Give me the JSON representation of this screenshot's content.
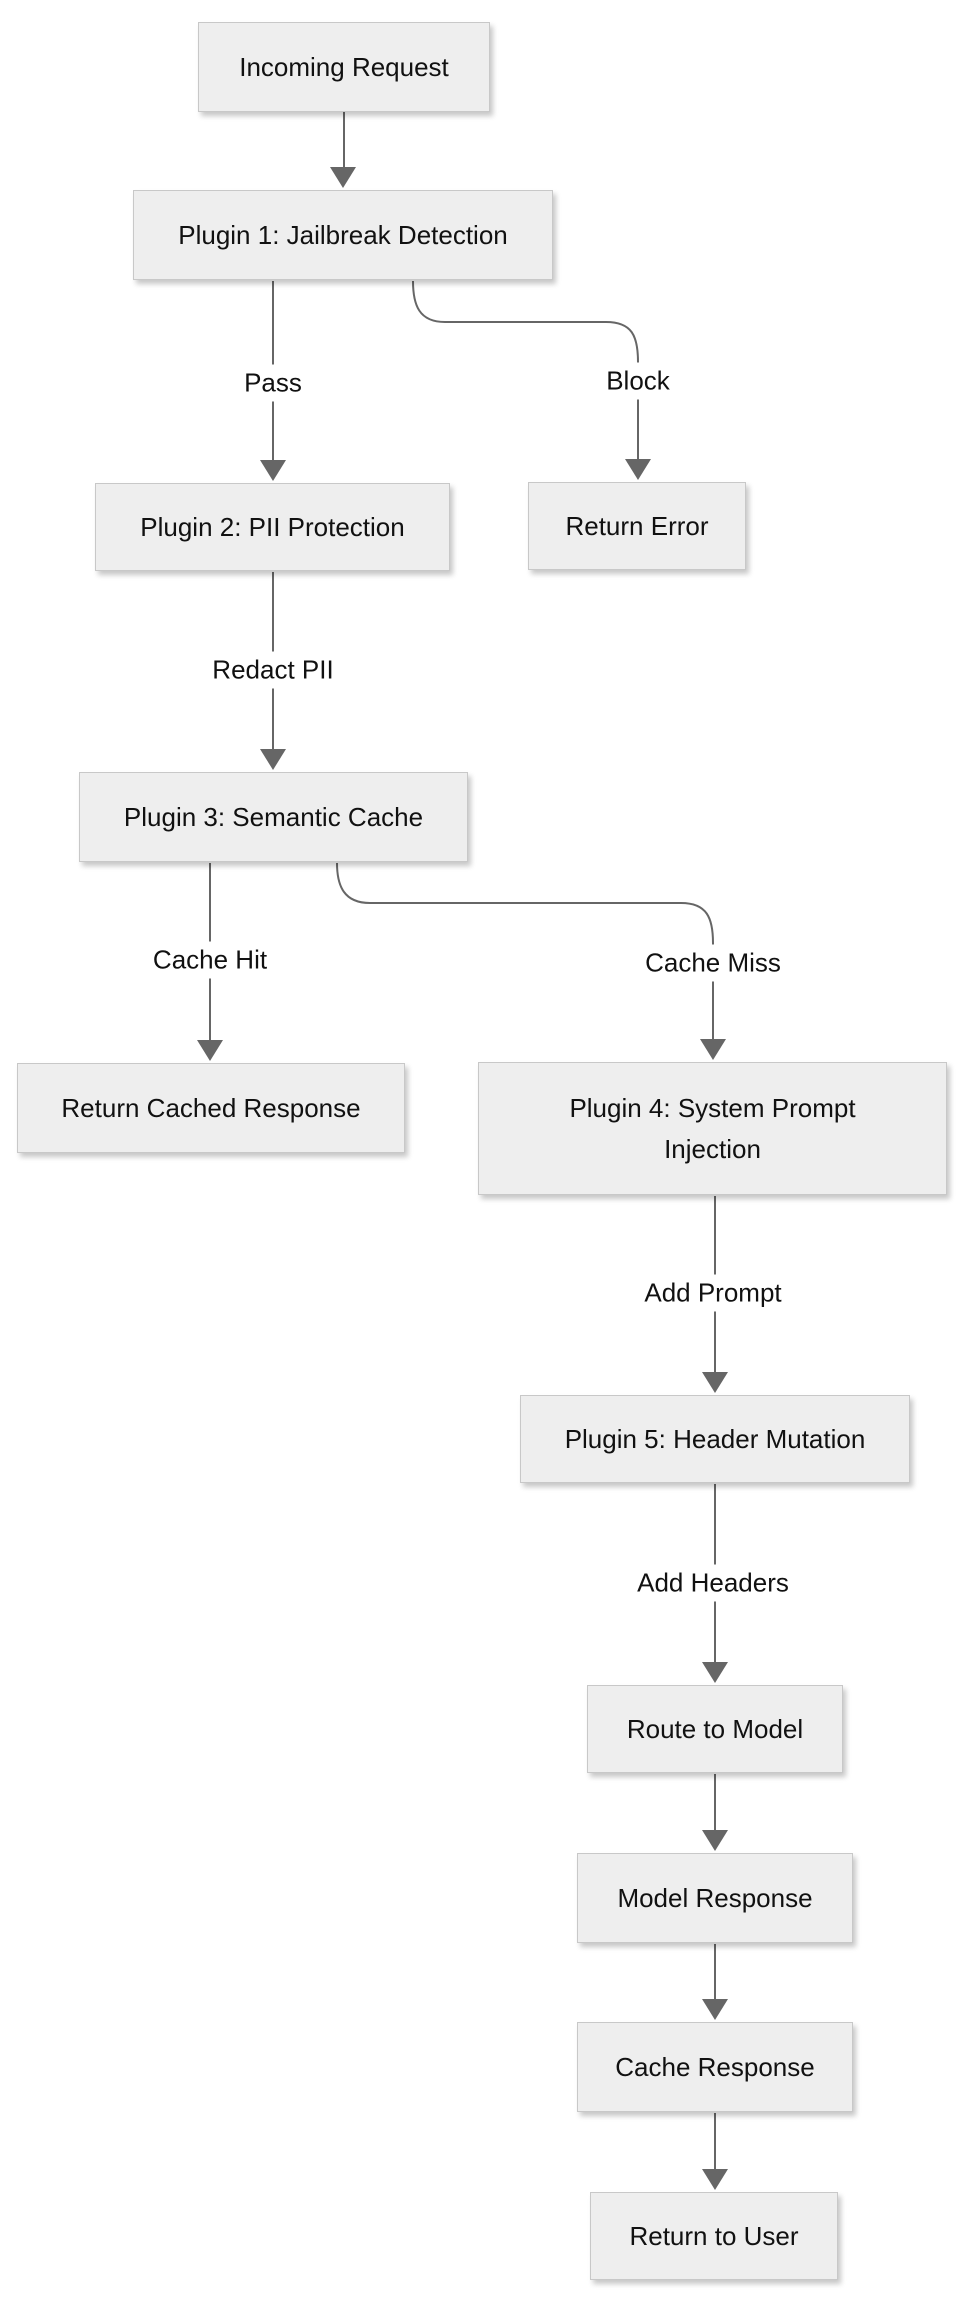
{
  "diagram": {
    "type": "flowchart",
    "direction": "top-down",
    "background": "#ffffff",
    "colors": {
      "node_fill": "#eeeeee",
      "node_border": "#c8c8c8",
      "edge_line": "#666666",
      "text": "#111111",
      "edge_label_background": "#ffffff"
    },
    "nodes": [
      {
        "id": "incoming-request",
        "label": "Incoming Request"
      },
      {
        "id": "plugin1-jailbreak-detection",
        "label": "Plugin 1: Jailbreak Detection"
      },
      {
        "id": "plugin2-pii-protection",
        "label": "Plugin 2: PII Protection"
      },
      {
        "id": "return-error",
        "label": "Return Error"
      },
      {
        "id": "plugin3-semantic-cache",
        "label": "Plugin 3: Semantic Cache"
      },
      {
        "id": "return-cached-response",
        "label": "Return Cached Response"
      },
      {
        "id": "plugin4-system-prompt-injection",
        "label": "Plugin 4: System Prompt Injection"
      },
      {
        "id": "plugin5-header-mutation",
        "label": "Plugin 5: Header Mutation"
      },
      {
        "id": "route-to-model",
        "label": "Route to Model"
      },
      {
        "id": "model-response",
        "label": "Model Response"
      },
      {
        "id": "cache-response",
        "label": "Cache Response"
      },
      {
        "id": "return-to-user",
        "label": "Return to User"
      }
    ],
    "edges": [
      {
        "from": "incoming-request",
        "to": "plugin1-jailbreak-detection",
        "label": ""
      },
      {
        "from": "plugin1-jailbreak-detection",
        "to": "plugin2-pii-protection",
        "label": "Pass"
      },
      {
        "from": "plugin1-jailbreak-detection",
        "to": "return-error",
        "label": "Block"
      },
      {
        "from": "plugin2-pii-protection",
        "to": "plugin3-semantic-cache",
        "label": "Redact PII"
      },
      {
        "from": "plugin3-semantic-cache",
        "to": "return-cached-response",
        "label": "Cache Hit"
      },
      {
        "from": "plugin3-semantic-cache",
        "to": "plugin4-system-prompt-injection",
        "label": "Cache Miss"
      },
      {
        "from": "plugin4-system-prompt-injection",
        "to": "plugin5-header-mutation",
        "label": "Add Prompt"
      },
      {
        "from": "plugin5-header-mutation",
        "to": "route-to-model",
        "label": "Add Headers"
      },
      {
        "from": "route-to-model",
        "to": "model-response",
        "label": ""
      },
      {
        "from": "model-response",
        "to": "cache-response",
        "label": ""
      },
      {
        "from": "cache-response",
        "to": "return-to-user",
        "label": ""
      }
    ]
  }
}
